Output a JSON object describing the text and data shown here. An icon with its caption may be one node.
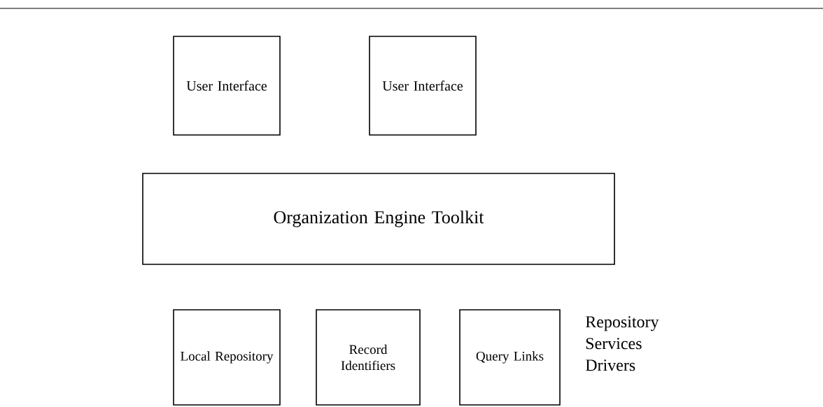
{
  "diagram": {
    "nodes": [
      {
        "text": [
          "User Interface"
        ]
      },
      {
        "text": [
          "User Interface"
        ]
      },
      {
        "text": [
          "Organization Engine Toolkit"
        ]
      },
      {
        "text": [
          "Local Repository"
        ]
      },
      {
        "text": [
          "Record Identifiers"
        ]
      },
      {
        "text": [
          "Query Links"
        ]
      }
    ],
    "labels": [
      "Repository Services Drivers"
    ]
  }
}
